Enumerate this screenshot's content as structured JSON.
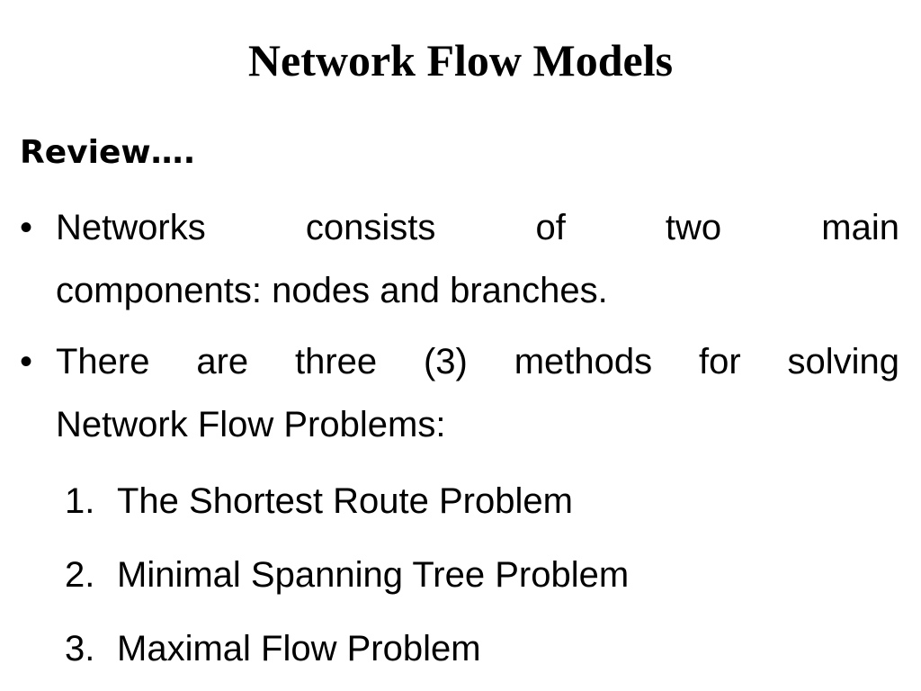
{
  "slide": {
    "title": "Network Flow Models",
    "subheading": "Review….",
    "bullets": [
      {
        "marker": "•",
        "line1": "Networks consists of two main",
        "line2": "components: nodes and branches."
      },
      {
        "marker": "•",
        "line1": "There are three (3) methods for solving",
        "line2": "Network Flow Problems:"
      }
    ],
    "methods": [
      {
        "number": "1.",
        "label": "The Shortest Route Problem"
      },
      {
        "number": "2.",
        "label": "Minimal Spanning Tree Problem"
      },
      {
        "number": "3.",
        "label": "Maximal Flow Problem"
      }
    ]
  }
}
